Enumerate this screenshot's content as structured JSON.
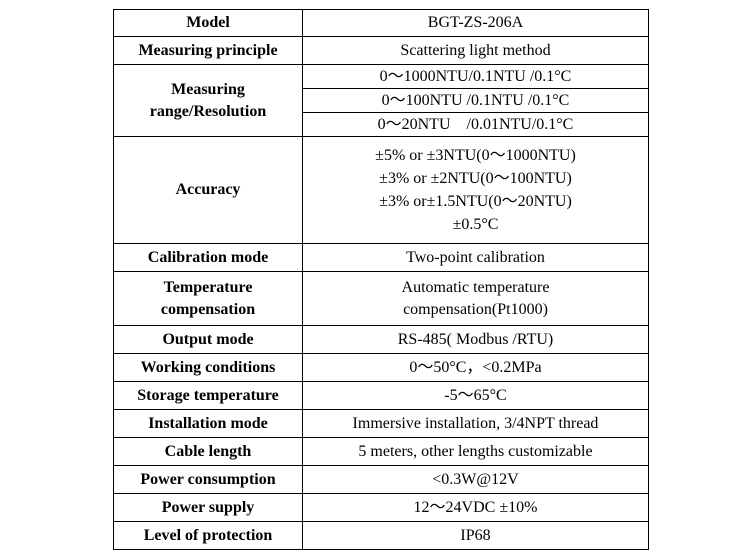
{
  "rows": {
    "model": {
      "label": "Model",
      "value": "BGT-ZS-206A"
    },
    "principle": {
      "label": "Measuring principle",
      "value": "Scattering light method"
    },
    "range": {
      "label_line1": "Measuring",
      "label_line2": "range/Resolution",
      "values": [
        "0～1000NTU/0.1NTU /0.1°C",
        "0～100NTU /0.1NTU /0.1°C",
        "0～20NTU    /0.01NTU/0.1°C"
      ]
    },
    "accuracy": {
      "label": "Accuracy",
      "values": [
        "±5% or ±3NTU(0～1000NTU)",
        "±3% or ±2NTU(0～100NTU)",
        "±3% or±1.5NTU(0～20NTU)",
        "±0.5°C"
      ]
    },
    "calibration": {
      "label": "Calibration mode",
      "value": "Two-point calibration"
    },
    "temp_comp": {
      "label_line1": "Temperature",
      "label_line2": "compensation",
      "value_line1": "Automatic temperature",
      "value_line2": "compensation(Pt1000)"
    },
    "output": {
      "label": "Output mode",
      "value": "RS-485( Modbus /RTU)"
    },
    "working": {
      "label": "Working conditions",
      "value": "0～50°C，<0.2MPa"
    },
    "storage": {
      "label": "Storage temperature",
      "value": "-5～65°C"
    },
    "installation": {
      "label": "Installation mode",
      "value": "Immersive installation, 3/4NPT thread"
    },
    "cable": {
      "label": "Cable length",
      "value": "5 meters, other lengths customizable"
    },
    "power_consumption": {
      "label": "Power consumption",
      "value": "<0.3W@12V"
    },
    "power_supply": {
      "label": "Power supply",
      "value": "12～24VDC ±10%"
    },
    "protection": {
      "label": "Level of protection",
      "value": "IP68"
    }
  }
}
